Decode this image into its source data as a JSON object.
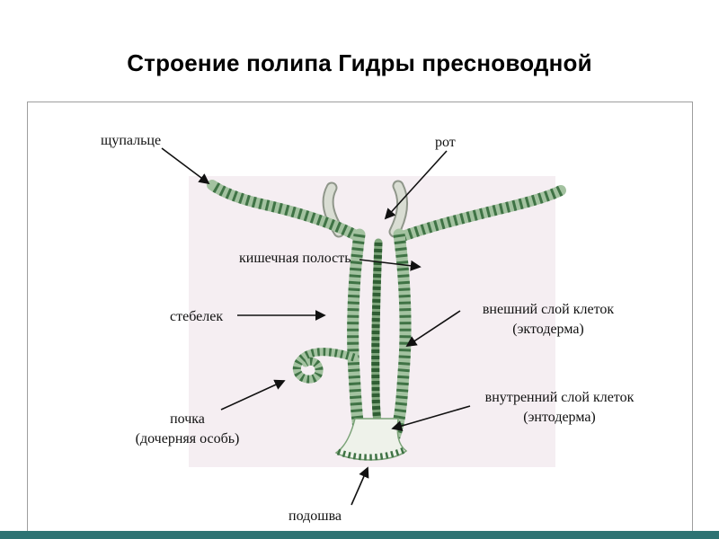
{
  "title": "Строение полипа Гидры пресноводной",
  "diagram": {
    "labels": {
      "tentacle": "щупальце",
      "mouth": "рот",
      "gut_cavity": "кишечная полость",
      "stalk": "стебелек",
      "outer_layer": "внешний слой клеток",
      "outer_layer_sub": "(эктодерма)",
      "inner_layer": "внутренний слой клеток",
      "inner_layer_sub": "(энтодерма)",
      "bud": "почка",
      "bud_sub": "(дочерняя особь)",
      "sole": "подошва"
    },
    "colors": {
      "cell_green_dark": "#3f7345",
      "cell_green_light": "#a3c2a0",
      "endoderm_green": "#2f5e33",
      "gray_tentacle": "#d9ddd3",
      "background_pink": "#f5eef2",
      "footer_teal": "#2e7373",
      "arrow_black": "#111111",
      "border_gray": "#9e9e9e"
    }
  }
}
